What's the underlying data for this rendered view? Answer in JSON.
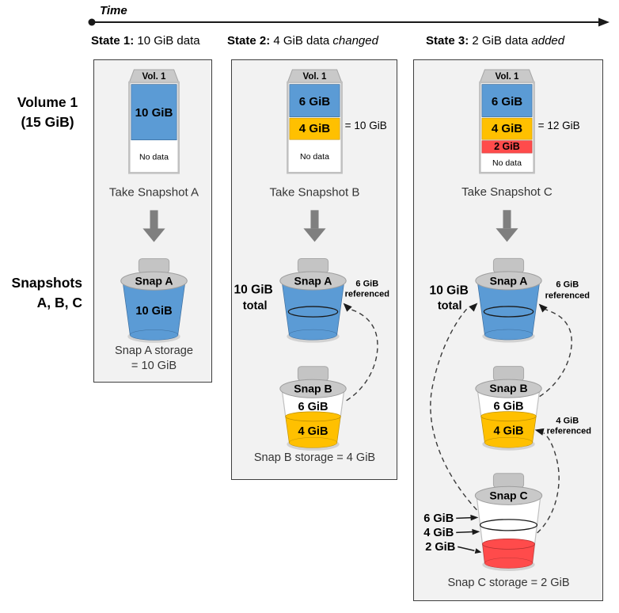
{
  "title_row": {
    "time_label": "Time"
  },
  "state_headers": [
    {
      "prefix": "State 1:",
      "text": " 10 GiB data",
      "emphasis": ""
    },
    {
      "prefix": "State 2:",
      "text": " 4 GiB data ",
      "emphasis": "changed"
    },
    {
      "prefix": "State 3:",
      "text": " 2 GiB data ",
      "emphasis": "added"
    }
  ],
  "row_labels": {
    "volume": [
      "Volume 1",
      "(15 GiB)"
    ],
    "snapshots": [
      "Snapshots",
      "A, B, C"
    ]
  },
  "panel1": {
    "volume": {
      "cap": "Vol. 1",
      "seg_blue": "10 GiB",
      "no_data": "No data"
    },
    "action": "Take Snapshot A",
    "snap_a": {
      "label": "Snap A",
      "content": "10 GiB"
    },
    "storage": [
      "Snap A storage",
      "= 10 GiB"
    ]
  },
  "panel2": {
    "volume": {
      "cap": "Vol. 1",
      "seg_blue": "6 GiB",
      "seg_orange": "4 GiB",
      "no_data": "No data",
      "total": "= 10 GiB"
    },
    "action": "Take Snapshot B",
    "total_note": [
      "10 GiB",
      "total"
    ],
    "snap_a": {
      "label": "Snap A"
    },
    "ref_6": [
      "6 GiB",
      "referenced"
    ],
    "snap_b": {
      "label": "Snap B",
      "upper": "6 GiB",
      "lower": "4 GiB"
    },
    "storage": "Snap B storage = 4 GiB"
  },
  "panel3": {
    "volume": {
      "cap": "Vol. 1",
      "seg_blue": "6 GiB",
      "seg_orange": "4 GiB",
      "seg_red": "2 GiB",
      "no_data": "No data",
      "total": "= 12 GiB"
    },
    "action": "Take Snapshot C",
    "total_note": [
      "10 GiB",
      "total"
    ],
    "snap_a": {
      "label": "Snap A"
    },
    "ref_6": [
      "6 GiB",
      "referenced"
    ],
    "snap_b": {
      "label": "Snap B",
      "upper": "6 GiB",
      "lower": "4 GiB"
    },
    "ref_4": [
      "4 GiB",
      "referenced"
    ],
    "snap_c": {
      "label": "Snap C",
      "levels": [
        "6 GiB",
        "4 GiB",
        "2 GiB"
      ]
    },
    "storage": "Snap C storage = 2 GiB"
  },
  "colors": {
    "blue": "#5B9BD5",
    "orange": "#FFC000",
    "red": "#FF4B4B",
    "cap_gray": "#C9C9C9",
    "panel_bg": "#F2F2F2",
    "arrow_gray": "#7F7F7F"
  }
}
